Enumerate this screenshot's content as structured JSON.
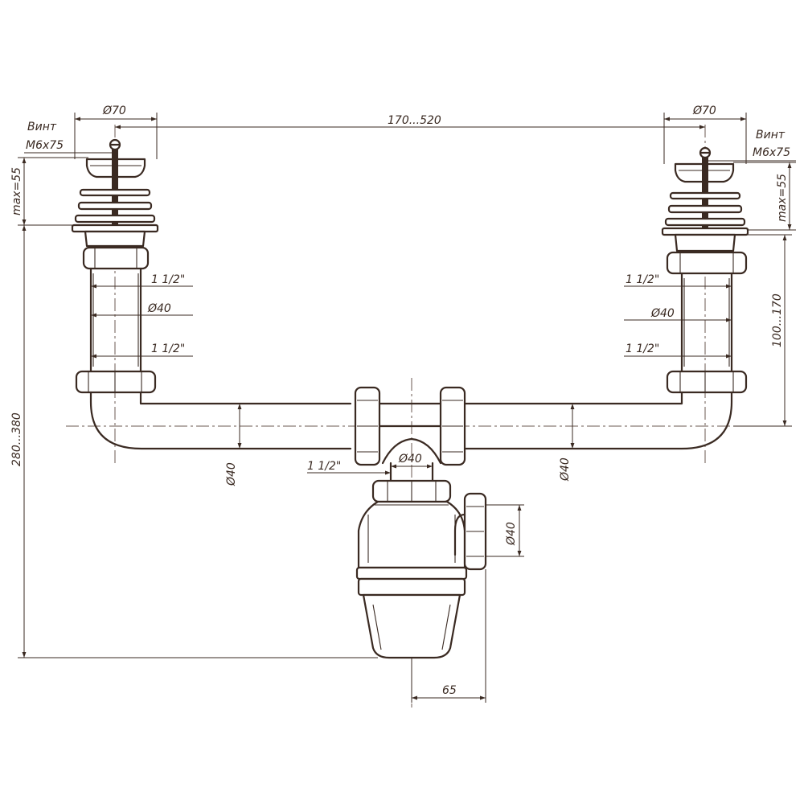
{
  "drawing": {
    "left_drain": {
      "diameter_label": "Ø70",
      "screw_label_1": "Винт",
      "screw_label_2": "M6x75",
      "max_height_label": "max=55",
      "thread_top_label": "1 1/2\"",
      "pipe_diameter_label": "Ø40",
      "thread_bottom_label": "1 1/2\""
    },
    "right_drain": {
      "diameter_label": "Ø70",
      "screw_label_1": "Винт",
      "screw_label_2": "M6x75",
      "max_height_label": "max=55",
      "thread_top_label": "1 1/2\"",
      "pipe_diameter_label": "Ø40",
      "thread_bottom_label": "1 1/2\""
    },
    "span_label": "170...520",
    "total_height_label": "280...380",
    "right_height_label": "100...170",
    "horizontal_pipe_left_label": "Ø40",
    "horizontal_pipe_right_label": "Ø40",
    "center_thread_label": "1 1/2\"",
    "center_pipe_label": "Ø40",
    "outlet_diameter_label": "Ø40",
    "outlet_offset_label": "65",
    "colors": {
      "line": "#3a2a22",
      "background": "#ffffff"
    }
  }
}
